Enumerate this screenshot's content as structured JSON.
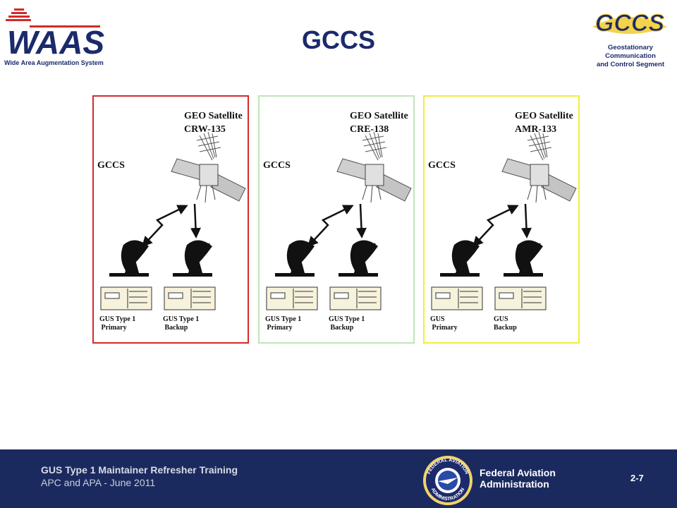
{
  "header": {
    "title": "GCCS",
    "waas_logo": {
      "text": "WAAS",
      "subtitle": "Wide Area Augmentation System"
    },
    "gccs_logo": {
      "text": "GCCS",
      "caption": [
        "Geostationary",
        "Communication",
        "and Control Segment"
      ]
    }
  },
  "panels": [
    {
      "border_color": "#d42a2a",
      "satellite": {
        "line1": "GEO Satellite",
        "line2": "CRW-135"
      },
      "gccs_label": "GCCS",
      "stations": [
        {
          "line1": "GUS Type 1",
          "line2": " Primary"
        },
        {
          "line1": "GUS Type 1",
          "line2": " Backup"
        }
      ]
    },
    {
      "border_color": "#bfe6b9",
      "satellite": {
        "line1": "GEO Satellite",
        "line2": "CRE-138"
      },
      "gccs_label": "GCCS",
      "stations": [
        {
          "line1": "GUS Type 1",
          "line2": " Primary"
        },
        {
          "line1": "GUS Type 1",
          "line2": " Backup"
        }
      ]
    },
    {
      "border_color": "#f2ee38",
      "satellite": {
        "line1": "GEO Satellite",
        "line2": "AMR-133"
      },
      "gccs_label": "GCCS",
      "stations": [
        {
          "line1": "GUS",
          "line2": " Primary"
        },
        {
          "line1": "GUS",
          "line2": "Backup"
        }
      ]
    }
  ],
  "footer": {
    "background": "#1b2a5e",
    "course_title": "GUS Type 1 Maintainer Refresher Training",
    "date_line": "APC and APA - June 2011",
    "agency": [
      "Federal Aviation",
      "Administration"
    ],
    "seal_text": [
      "FEDERAL AVIATION",
      "ADMINISTRATION"
    ],
    "page_number": "2-7"
  }
}
